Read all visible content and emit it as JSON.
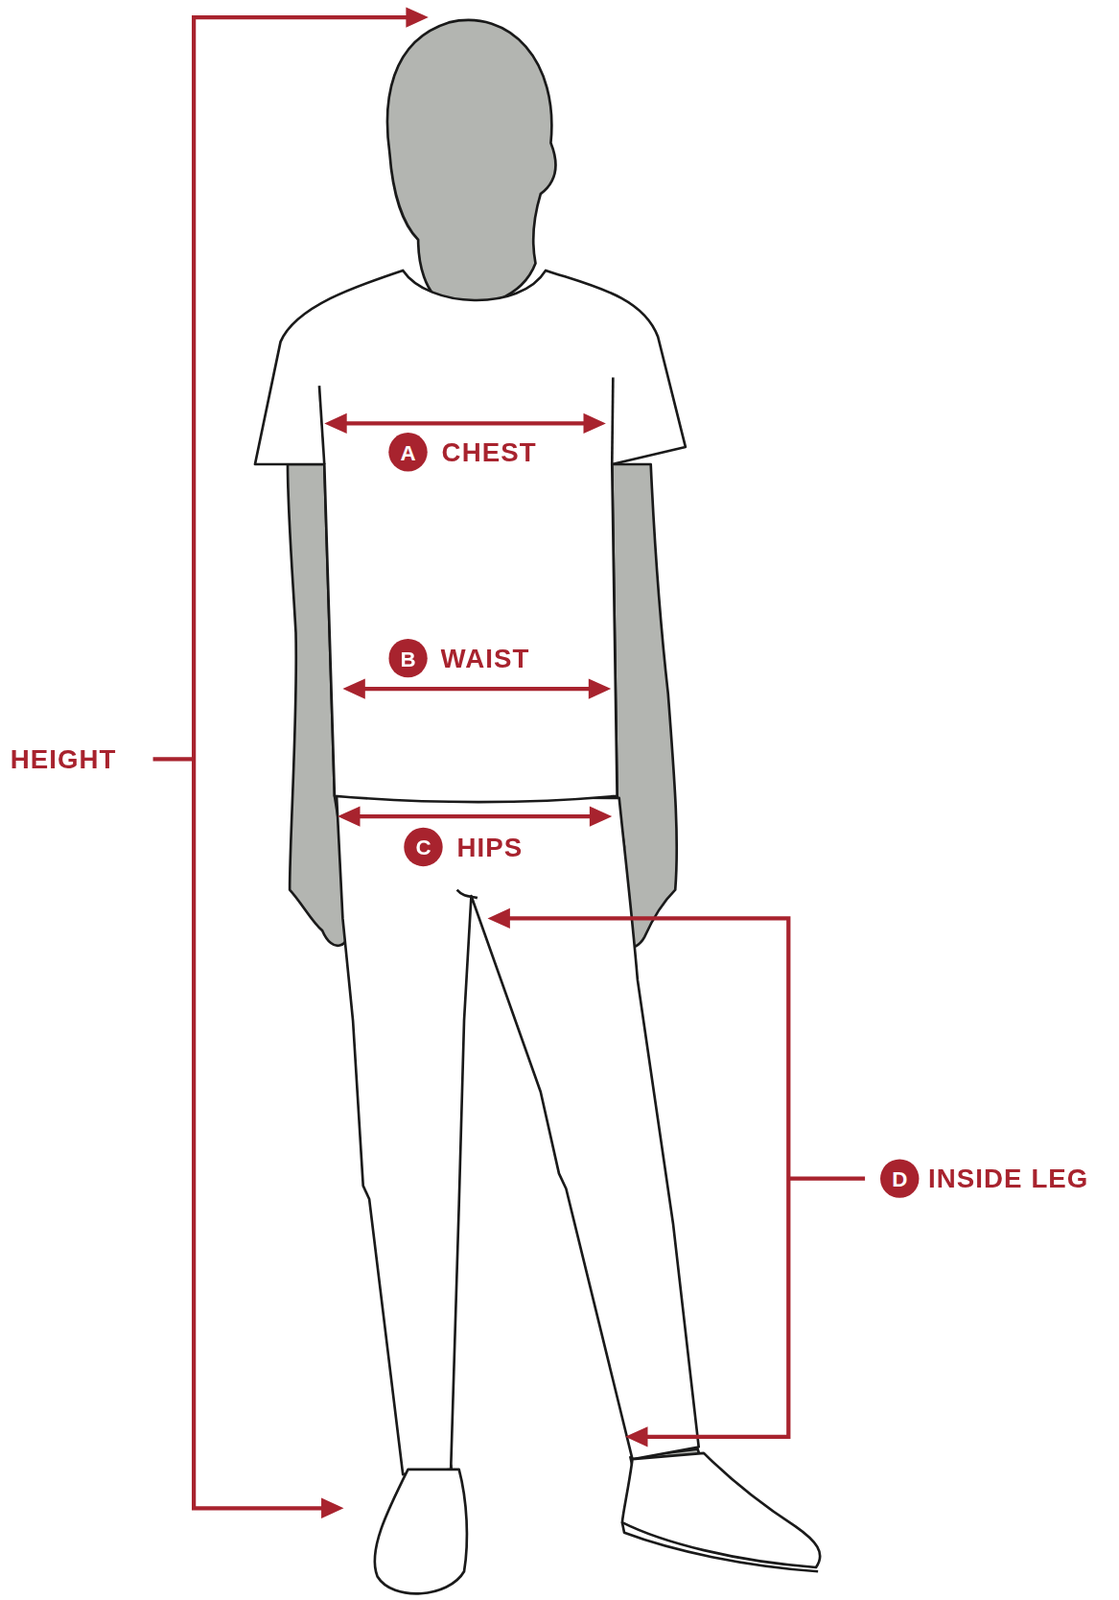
{
  "diagram": {
    "nodes": [
      {
        "text": [
          "A"
        ]
      },
      {
        "text": [
          "B"
        ]
      },
      {
        "text": [
          "C"
        ]
      },
      {
        "text": [
          "D"
        ]
      }
    ],
    "labels": [
      "CHEST",
      "WAIST",
      "HEIGHT",
      "HIPS",
      "INSIDE LEG"
    ]
  }
}
